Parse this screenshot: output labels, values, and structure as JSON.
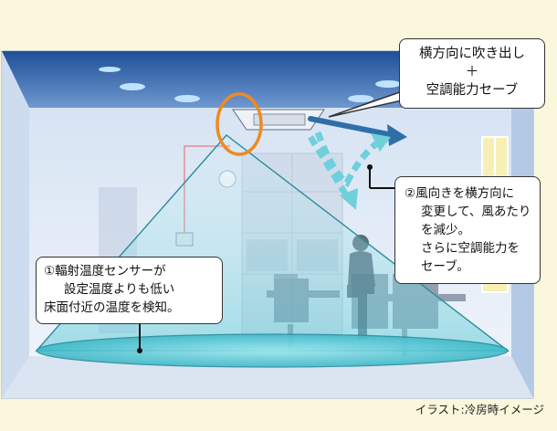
{
  "callouts": {
    "top": {
      "line1": "横方向に吹き出し",
      "line2": "＋",
      "line3": "空調能力セーブ"
    },
    "right": {
      "line1": "②風向きを横方向に",
      "line2": "変更して、風あたり",
      "line3": "を減少。",
      "line4": "さらに空調能力を",
      "line5": "セーブ。"
    },
    "left": {
      "line1": "①輻射温度センサーが",
      "line2": "設定温度よりも低い",
      "line3": "床面付近の温度を検知。"
    }
  },
  "caption": "イラスト:冷房時イメージ",
  "colors": {
    "background": "#fbf7dc",
    "room_wall": "#b9cde8",
    "ceiling": "#2f62a8",
    "sensor_ring": "#f08a1e",
    "airflow_arrow": "#4aa6b5",
    "floor_cone": "#6fd0dc"
  }
}
